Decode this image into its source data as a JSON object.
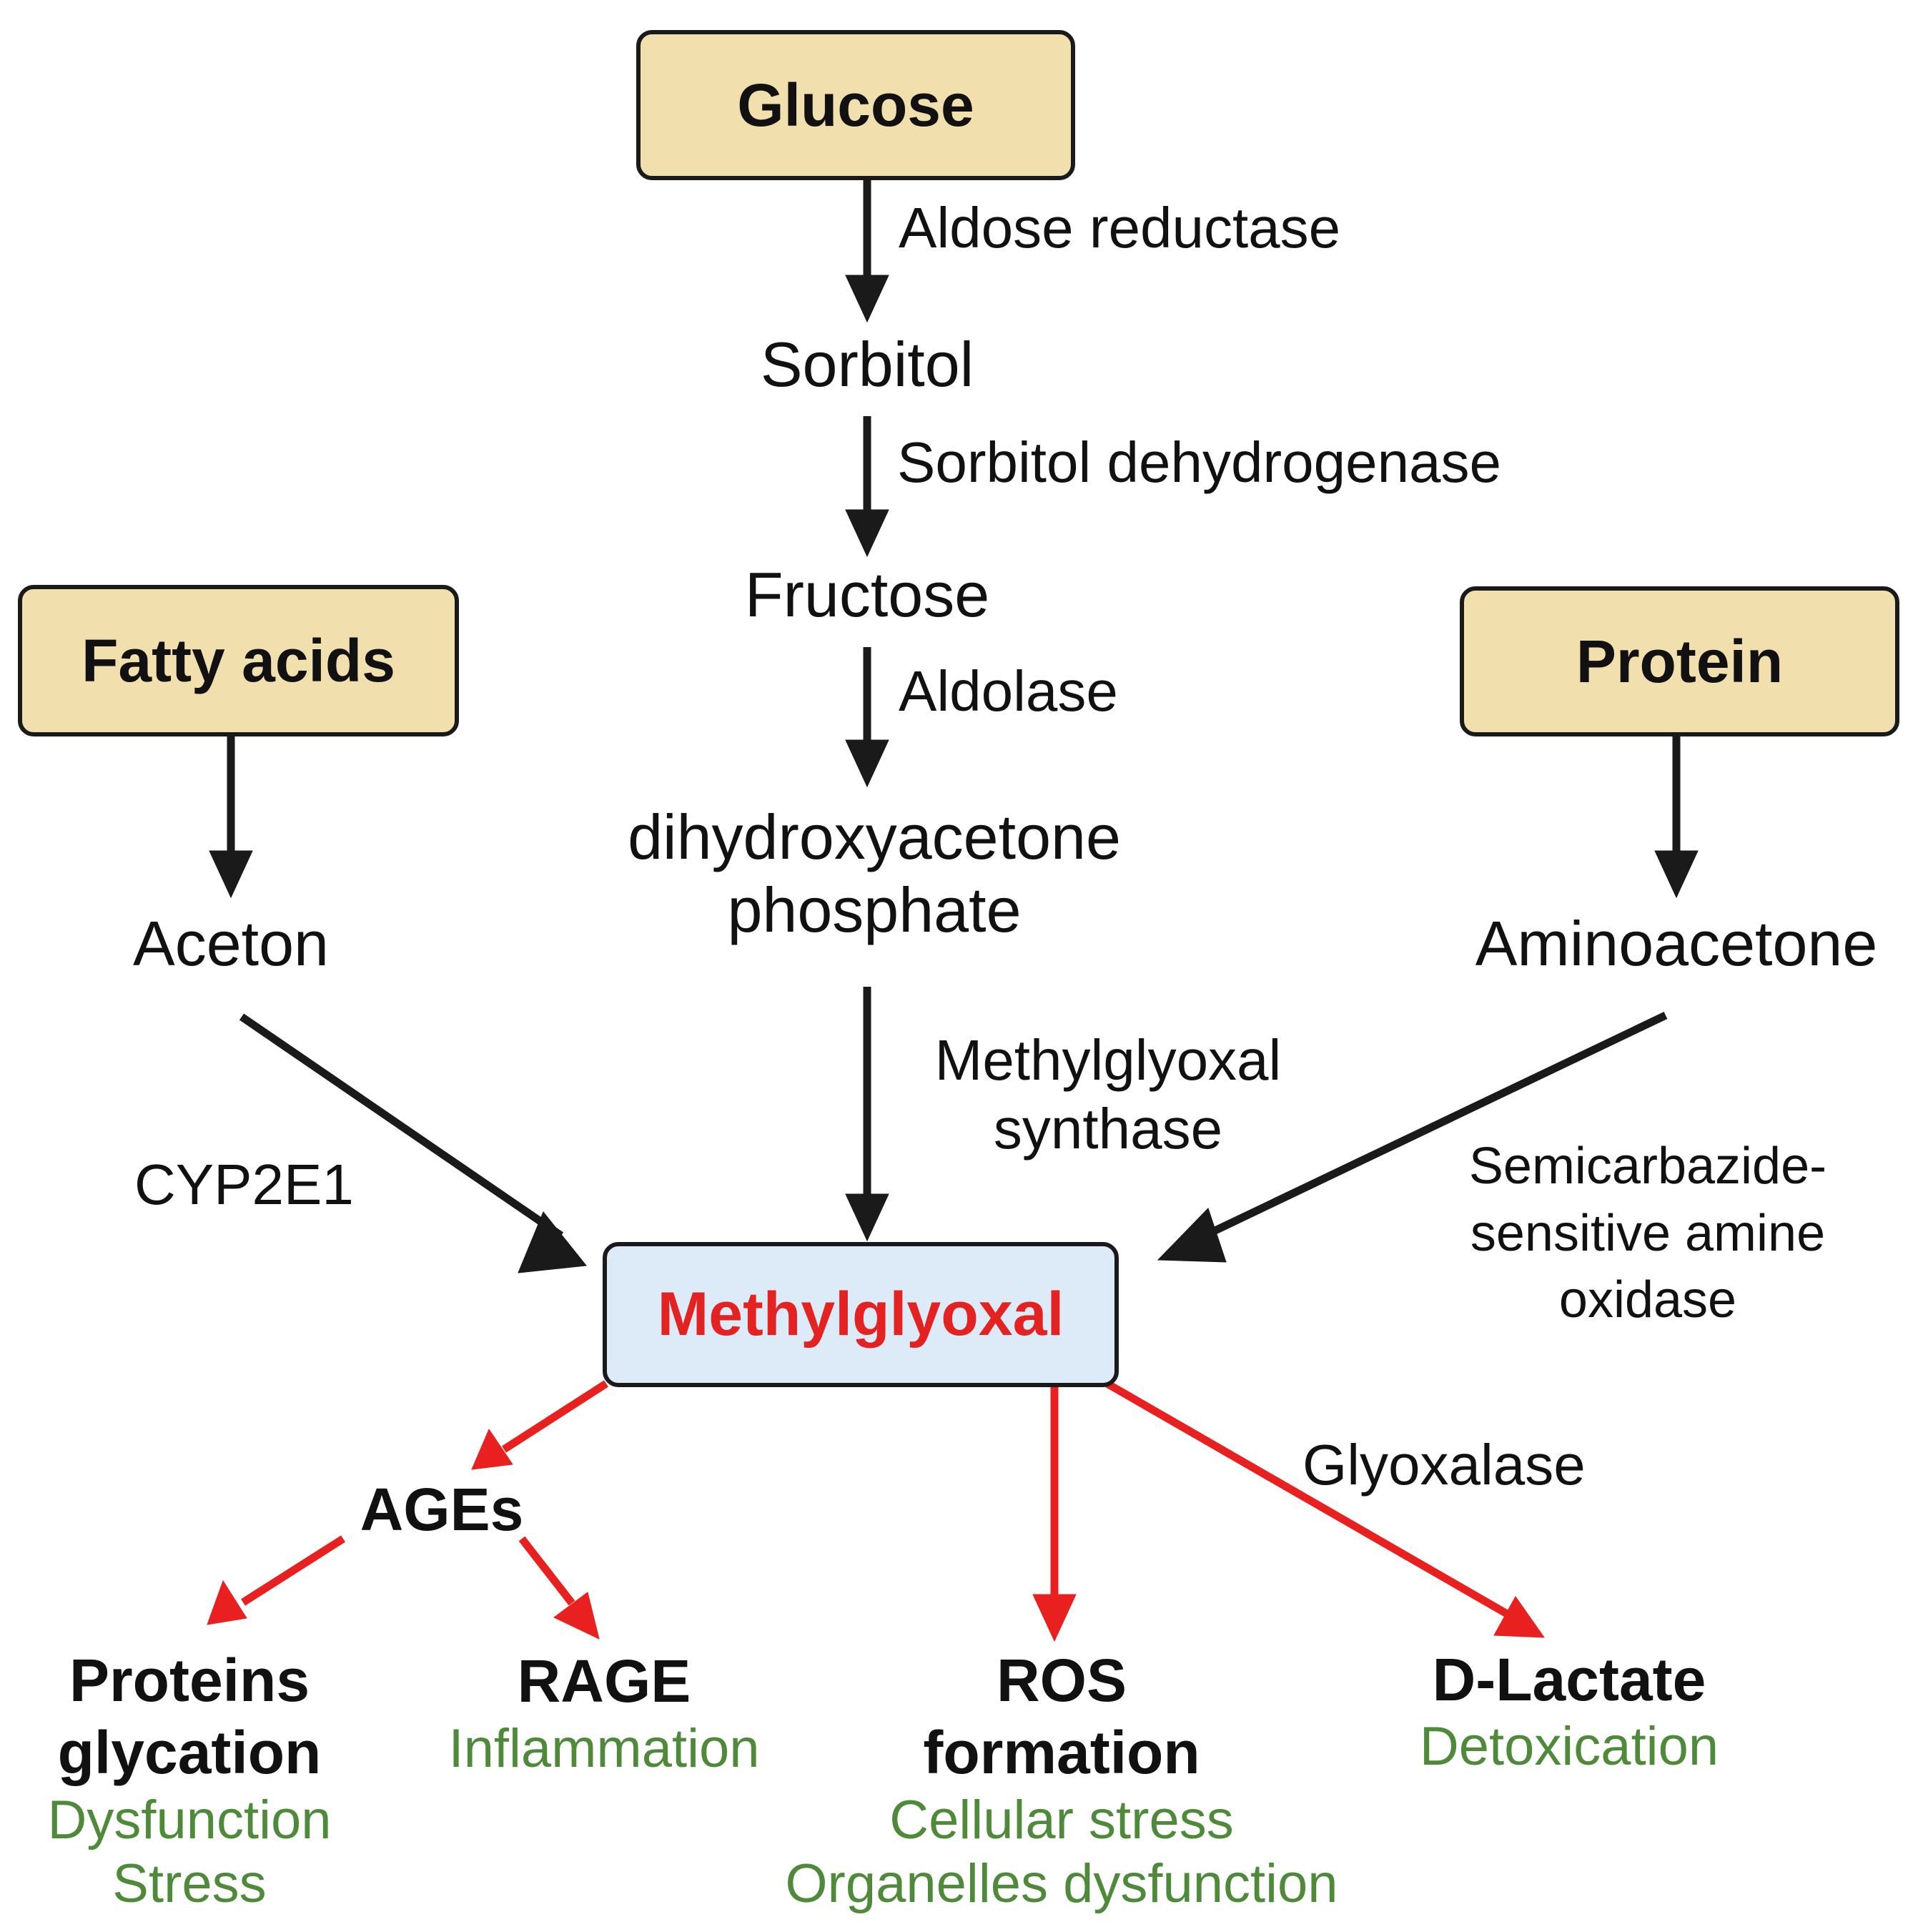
{
  "sources": {
    "glucose": "Glucose",
    "fatty_acids": "Fatty acids",
    "protein": "Protein"
  },
  "pathway": {
    "sorbitol": "Sorbitol",
    "fructose": "Fructose",
    "dhap_line1": "dihydroxyacetone",
    "dhap_line2": "phosphate",
    "aceton": "Aceton",
    "aminoacetone": "Aminoacetone"
  },
  "enzymes": {
    "aldose_reductase": "Aldose reductase",
    "sorbitol_dehydrogenase": "Sorbitol dehydrogenase",
    "aldolase": "Aldolase",
    "mg_synthase_line1": "Methylglyoxal",
    "mg_synthase_line2": "synthase",
    "cyp2e1": "CYP2E1",
    "ssao_line1": "Semicarbazide-",
    "ssao_line2": "sensitive amine",
    "ssao_line3": "oxidase",
    "glyoxalase": "Glyoxalase"
  },
  "center": "Methylglyoxal",
  "outcomes": {
    "ages": "AGEs",
    "proteins_glycation_line1": "Proteins",
    "proteins_glycation_line2": "glycation",
    "proteins_glycation_effect1": "Dysfunction",
    "proteins_glycation_effect2": "Stress",
    "rage": "RAGE",
    "rage_effect": "Inflammation",
    "ros_line1": "ROS",
    "ros_line2": "formation",
    "ros_effect1": "Cellular stress",
    "ros_effect2": "Organelles dysfunction",
    "dlactate": "D-Lactate",
    "dlactate_effect": "Detoxication"
  },
  "colors": {
    "source_box_fill": "#f1dfae",
    "center_box_fill": "#ddeaf8",
    "center_text": "#e32222",
    "black_arrow": "#1a1a1a",
    "red_arrow": "#e82020",
    "effect_text": "#4e8a3a"
  }
}
